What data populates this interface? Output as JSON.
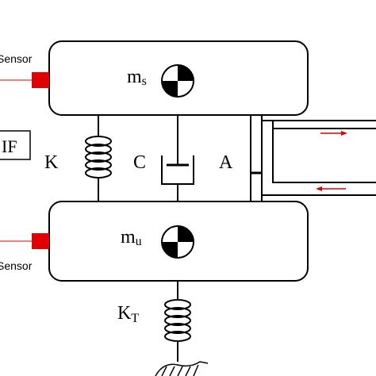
{
  "labels": {
    "sprung_mass": "m",
    "sprung_mass_sub": "s",
    "unsprung_mass": "m",
    "unsprung_mass_sub": "u",
    "spring": "K",
    "damper": "C",
    "actuator": "A",
    "tire_spring": "K",
    "tire_spring_sub": "T",
    "top_sensor": "Sensor",
    "bottom_sensor": "Sensor",
    "if_box": "IF"
  },
  "colors": {
    "line": "#000000",
    "sensor": "#e00000",
    "signal": "#e00000",
    "arrow": "#e00000"
  },
  "icons": {
    "center_of_mass": "center-of-mass-icon",
    "ground": "ground-hatch-icon"
  }
}
